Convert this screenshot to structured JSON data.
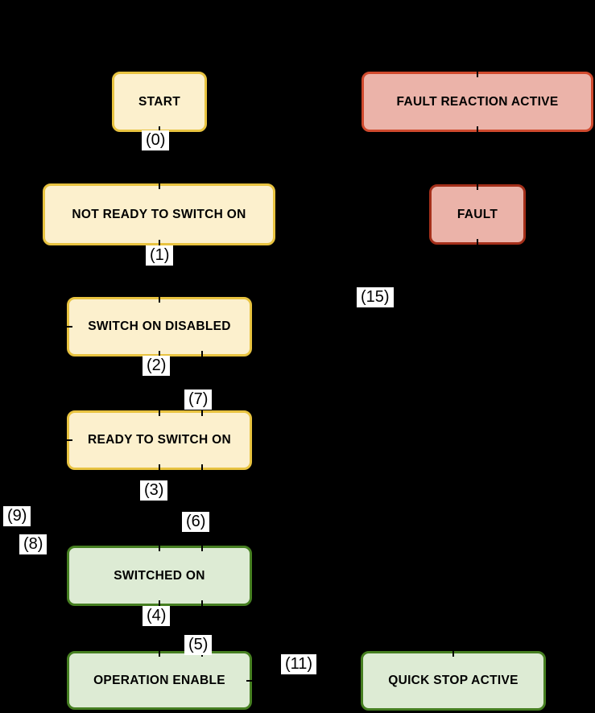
{
  "diagram": {
    "kind": "state-machine",
    "background": "#000000",
    "label_chip_bg": "#FFFFFF",
    "label_chip_text": "#000000"
  },
  "states": [
    {
      "id": "start",
      "label": "START",
      "fill": "#FCF0CD",
      "border": "#E8C340"
    },
    {
      "id": "fault-reaction-active",
      "label": "FAULT REACTION ACTIVE",
      "fill": "#EBB3A9",
      "border": "#D04A2E"
    },
    {
      "id": "not-ready-to-switch-on",
      "label": "NOT READY TO SWITCH ON",
      "fill": "#FCF0CD",
      "border": "#E8C340"
    },
    {
      "id": "fault",
      "label": "FAULT",
      "fill": "#EBB3A9",
      "border": "#A42F1A"
    },
    {
      "id": "switch-on-disabled",
      "label": "SWITCH ON DISABLED",
      "fill": "#FCF0CD",
      "border": "#E8C340"
    },
    {
      "id": "ready-to-switch-on",
      "label": "READY TO SWITCH ON",
      "fill": "#FCF0CD",
      "border": "#E8C340"
    },
    {
      "id": "switched-on",
      "label": "SWITCHED ON",
      "fill": "#DDEBD4",
      "border": "#467F21"
    },
    {
      "id": "operation-enable",
      "label": "OPERATION ENABLE",
      "fill": "#DDEBD4",
      "border": "#467F21"
    },
    {
      "id": "quick-stop-active",
      "label": "QUICK STOP ACTIVE",
      "fill": "#DDEBD4",
      "border": "#467F21"
    }
  ],
  "transitions": [
    {
      "id": "0",
      "label": "(0)"
    },
    {
      "id": "1",
      "label": "(1)"
    },
    {
      "id": "15",
      "label": "(15)"
    },
    {
      "id": "2",
      "label": "(2)"
    },
    {
      "id": "7",
      "label": "(7)"
    },
    {
      "id": "3",
      "label": "(3)"
    },
    {
      "id": "9",
      "label": "(9)"
    },
    {
      "id": "6",
      "label": "(6)"
    },
    {
      "id": "8",
      "label": "(8)"
    },
    {
      "id": "4",
      "label": "(4)"
    },
    {
      "id": "5",
      "label": "(5)"
    },
    {
      "id": "11",
      "label": "(11)"
    }
  ]
}
